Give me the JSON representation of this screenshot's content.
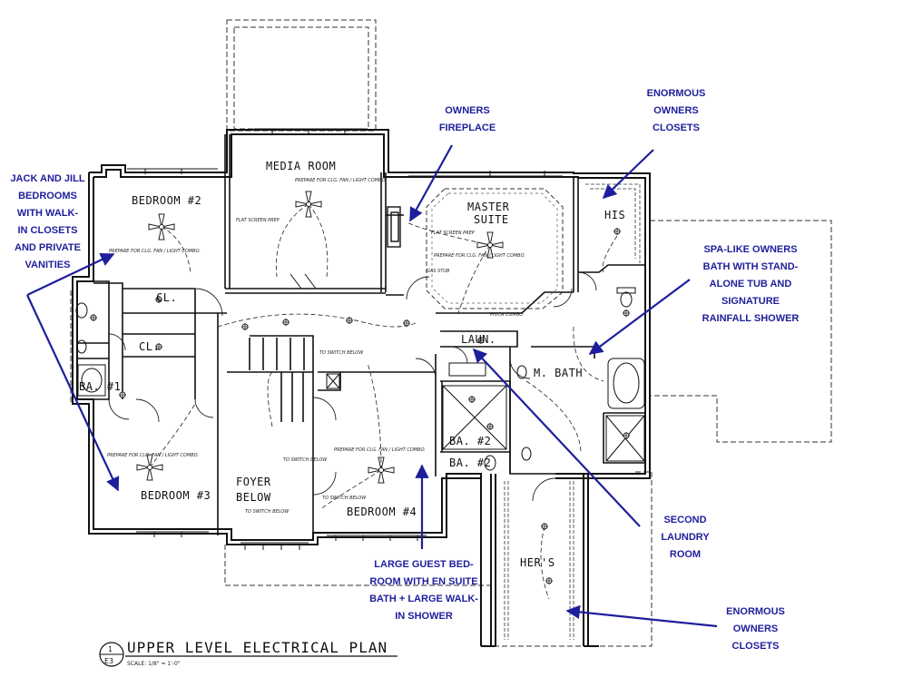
{
  "plan": {
    "title": "UPPER LEVEL ELECTRICAL PLAN",
    "sheet": "E3",
    "sheet_num": "1",
    "scale": "SCALE: 1/8\" = 1'-0\""
  },
  "rooms": {
    "media_room": "MEDIA ROOM",
    "bedroom2": "BEDROOM #2",
    "master1": "MASTER",
    "master2": "SUITE",
    "his": "HIS",
    "cl1": "CL.",
    "cl2": "CL.",
    "laun": "LAUN.",
    "m_bath": "M. BATH",
    "ba1": "BA. #1",
    "ba2a": "BA. #2",
    "ba2b": "BA. #2",
    "foyer1": "FOYER",
    "foyer2": "BELOW",
    "bedroom3": "BEDROOM #3",
    "bedroom4": "BEDROOM #4",
    "hers": "HER'S"
  },
  "notes": {
    "fan": "PREPARE FOR CLG. FAN / LIGHT COMBO.",
    "flat_screen": "FLAT SCREEN PREP",
    "switch_below": "TO SWITCH BELOW",
    "gas_stub": "GAS STUB",
    "phcg": "PH/CA COMBO"
  },
  "annotations": {
    "owners_fireplace": "OWNERS\nFIREPLACE",
    "owners_closets_top": "ENORMOUS\nOWNERS\nCLOSETS",
    "jack_jill": "JACK AND JILL\nBEDROOMS\nWITH WALK-\nIN CLOSETS\nAND PRIVATE\nVANITIES",
    "spa_bath": "SPA-LIKE OWNERS\nBATH WITH STAND-\nALONE TUB AND\nSIGNATURE\nRAINFALL SHOWER",
    "second_laundry": "SECOND\nLAUNDRY\nROOM",
    "guest_bedroom": "LARGE GUEST BED-\nROOM WITH EN SUITE\nBATH + LARGE WALK-\nIN SHOWER",
    "owners_closets_bottom": "ENORMOUS\nOWNERS\nCLOSETS"
  },
  "colors": {
    "annotation": "#1e1e9c",
    "ink": "#111111"
  }
}
